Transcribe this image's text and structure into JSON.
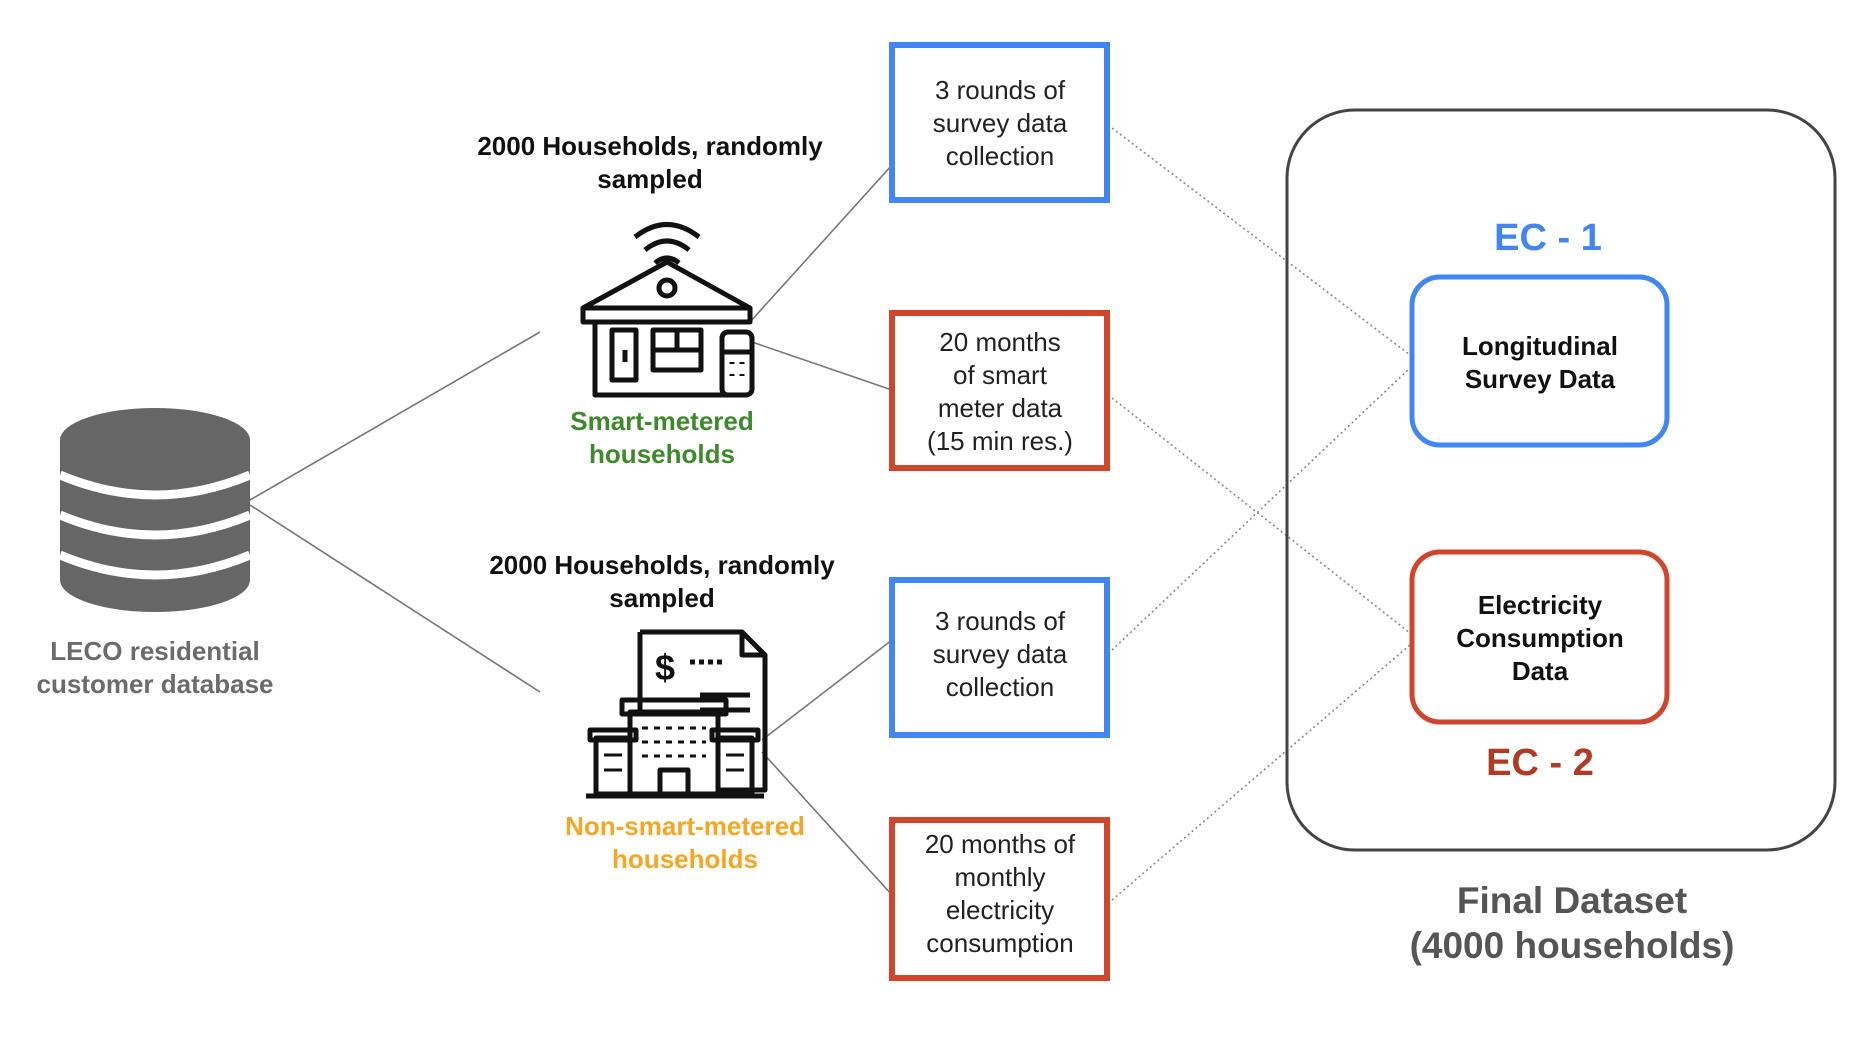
{
  "source": {
    "label_line1": "LECO residential",
    "label_line2": "customer database",
    "icon": "database-icon"
  },
  "smart_group": {
    "sample_line1": "2000 Households, randomly",
    "sample_line2": "sampled",
    "name_line1": "Smart-metered",
    "name_line2": "households",
    "icon": "smart-home-icon"
  },
  "nonsmart_group": {
    "sample_line1": "2000 Households, randomly",
    "sample_line2": "sampled",
    "name_line1": "Non-smart-metered",
    "name_line2": "households",
    "icon": "bill-building-icon"
  },
  "boxes": {
    "smart_survey": [
      "3 rounds of",
      "survey data",
      "collection"
    ],
    "smart_meter": [
      "20 months",
      "of smart",
      "meter data",
      "(15 min res.)"
    ],
    "nonsmart_survey": [
      "3 rounds of",
      "survey data",
      "collection"
    ],
    "nonsmart_billing": [
      "20 months of",
      "monthly",
      "electricity",
      "consumption"
    ]
  },
  "final": {
    "ec1_label": "EC - 1",
    "ec1_box": [
      "Longitudinal",
      "Survey Data"
    ],
    "ec2_label": "EC - 2",
    "ec2_box": [
      "Electricity",
      "Consumption",
      "Data"
    ],
    "title_line1": "Final Dataset",
    "title_line2": "(4000 households)"
  },
  "colors": {
    "blue": "#4285f4",
    "red": "#d2452d",
    "dark_red": "#b03a24",
    "green": "#3d8a2a",
    "orange": "#f5a623",
    "gray_text": "#6b6b6b",
    "icon_gray": "#666666",
    "black": "#111111"
  }
}
